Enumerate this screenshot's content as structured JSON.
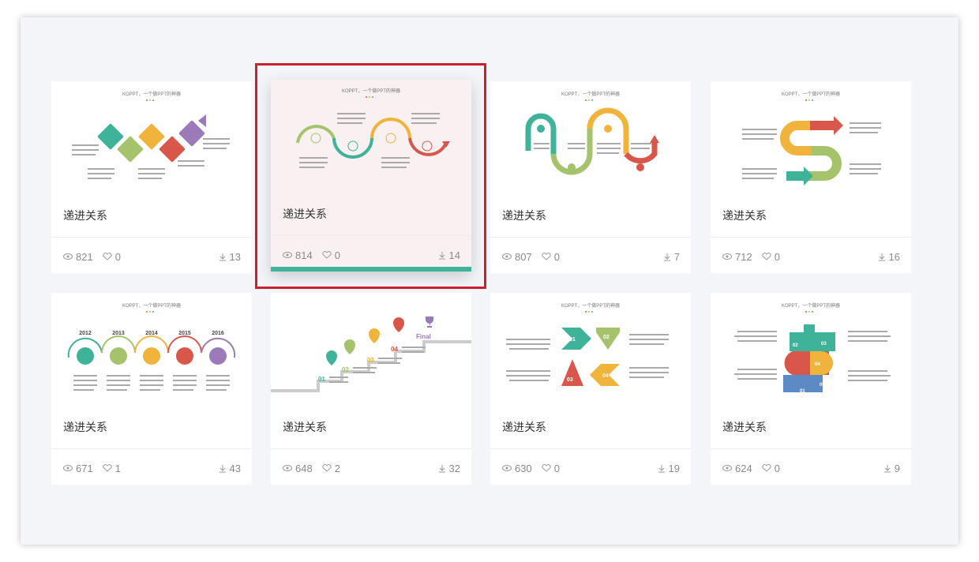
{
  "cards": [
    {
      "title": "递进关系",
      "views": "821",
      "likes": "0",
      "downloads": "13",
      "slide_header": "KOPPT，一个做PPT的神器"
    },
    {
      "title": "递进关系",
      "views": "814",
      "likes": "0",
      "downloads": "14",
      "slide_header": "KOPPT，一个做PPT的神器"
    },
    {
      "title": "递进关系",
      "views": "807",
      "likes": "0",
      "downloads": "7",
      "slide_header": "KOPPT，一个做PPT的神器"
    },
    {
      "title": "递进关系",
      "views": "712",
      "likes": "0",
      "downloads": "16",
      "slide_header": "KOPPT，一个做PPT的神器"
    },
    {
      "title": "递进关系",
      "views": "671",
      "likes": "1",
      "downloads": "43",
      "slide_header": "KOPPT，一个做PPT的神器",
      "years": [
        "2012",
        "2013",
        "2014",
        "2015",
        "2016"
      ]
    },
    {
      "title": "递进关系",
      "views": "648",
      "likes": "2",
      "downloads": "32",
      "slide_header": "",
      "steps": [
        "01",
        "02",
        "03",
        "04"
      ],
      "final_label": "Final"
    },
    {
      "title": "递进关系",
      "views": "630",
      "likes": "0",
      "downloads": "19",
      "slide_header": "KOPPT，一个做PPT的神器",
      "arrow_numbers": [
        "01",
        "02",
        "03",
        "04"
      ]
    },
    {
      "title": "递进关系",
      "views": "624",
      "likes": "0",
      "downloads": "9",
      "slide_header": "KOPPT，一个做PPT的神器",
      "puzzle_numbers": [
        "01",
        "02",
        "03",
        "04",
        "05"
      ]
    }
  ],
  "colors": {
    "green": "#3fb29a",
    "lime": "#a4c36b",
    "yellow": "#f0b43c",
    "red": "#d9574a",
    "purple": "#9a7ab8",
    "blue": "#5b8ac4",
    "accent_bar": "#3fb29a",
    "highlight": "#c8202c"
  },
  "icons": {
    "views": "eye-icon",
    "likes": "heart-icon",
    "downloads": "download-icon"
  }
}
